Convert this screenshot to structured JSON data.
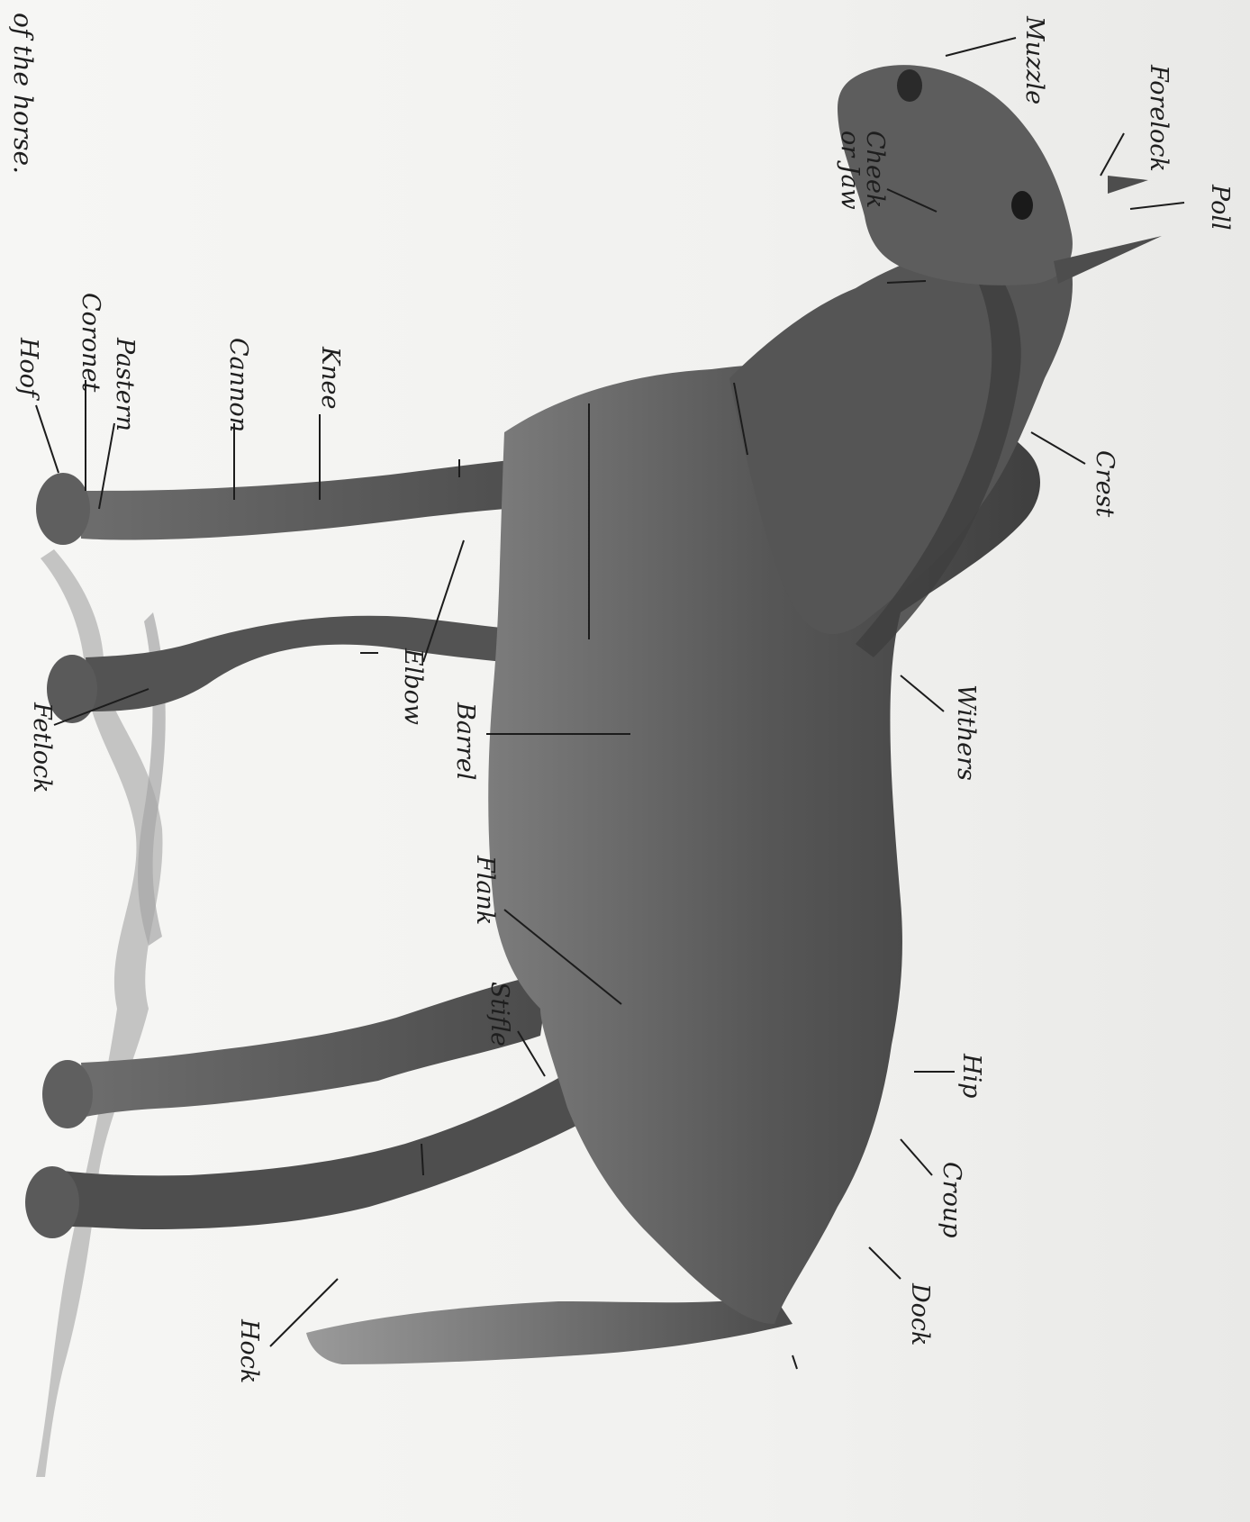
{
  "caption": "of the horse.",
  "labels": {
    "muzzle": "Muzzle",
    "forelock": "Forelock",
    "poll": "Poll",
    "cheek_line1": "Cheek",
    "cheek_line2": "or Jaw",
    "crest": "Crest",
    "withers": "Withers",
    "barrel": "Barrel",
    "elbow": "Elbow",
    "knee": "Knee",
    "cannon": "Cannon",
    "pastern": "Pastern",
    "coronet": "Coronet",
    "hoof": "Hoof",
    "fetlock": "Fetlock",
    "flank": "Flank",
    "stifle": "Stifle",
    "hip": "Hip",
    "croup": "Croup",
    "dock": "Dock",
    "hock": "Hock"
  },
  "colors": {
    "ink": "#1e1e1e",
    "horse_body": "#5a5a5a",
    "horse_shadow": "#3a3a3a",
    "ground": "#a9a9a9"
  }
}
